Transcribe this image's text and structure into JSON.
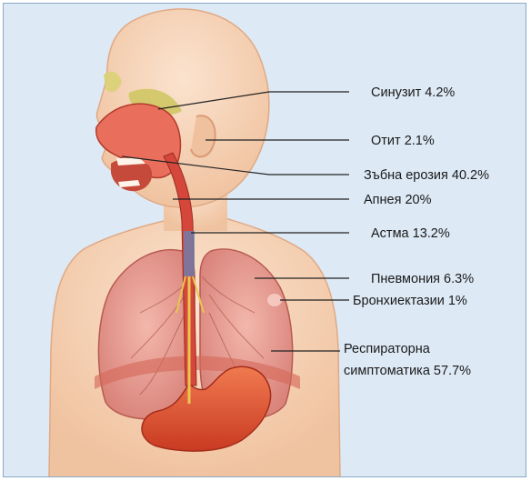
{
  "labels": {
    "sinusitis": "Синузит 4.2%",
    "otitis": "Отит 2.1%",
    "dental_erosion": "Зъбна ерозия 40.2%",
    "apnea": "Апнея 20%",
    "asthma": "Астма 13.2%",
    "pneumonia": "Пневмония 6.3%",
    "bronchiectasis": "Бронхиектазии 1%",
    "respiratory_line1": "Респираторна",
    "respiratory_line2": "симптоматика 57.7%"
  },
  "colors": {
    "background": "#dde9f5",
    "border": "#8aa9c9",
    "skin": "#f6d2b4",
    "lungs": "#e9a197",
    "airway": "#d4473a",
    "stomach": "#e4572e",
    "leader_line": "#222222"
  }
}
